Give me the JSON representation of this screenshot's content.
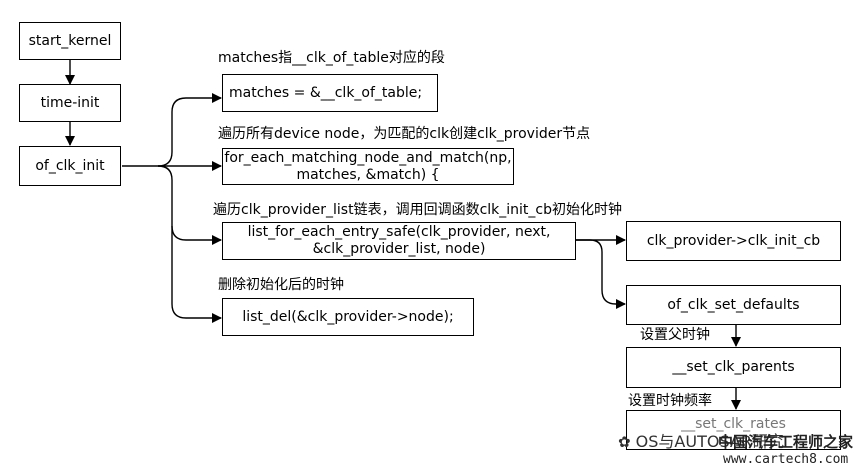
{
  "nodes": {
    "start_kernel": "start_kernel",
    "time_init": "time-init",
    "of_clk_init": "of_clk_init",
    "matches": "matches = &__clk_of_table;",
    "for_each_line1": "for_each_matching_node_and_match(np,",
    "for_each_line2": "matches, &match) {",
    "list_for_each_line1": "list_for_each_entry_safe(clk_provider, next,",
    "list_for_each_line2": "&clk_provider_list, node)",
    "clk_init_cb": "clk_provider->clk_init_cb",
    "list_del": "list_del(&clk_provider->node);",
    "set_defaults": "of_clk_set_defaults",
    "set_parents": "__set_clk_parents",
    "set_rates": "__set_clk_rates"
  },
  "labels": {
    "matches_note": "matches指__clk_of_table对应的段",
    "for_each_note": "遍历所有device node，为匹配的clk创建clk_provider节点",
    "list_note": "遍历clk_provider_list链表，调用回调函数clk_init_cb初始化时钟",
    "del_note": "删除初始化后的时钟",
    "parent_note": "设置父时钟",
    "rate_note": "设置时钟频率"
  },
  "watermark": {
    "brand": "OS与AUTOSAR研究",
    "site_name": "中国汽车工程师之家",
    "url": "www.cartech8.com"
  }
}
